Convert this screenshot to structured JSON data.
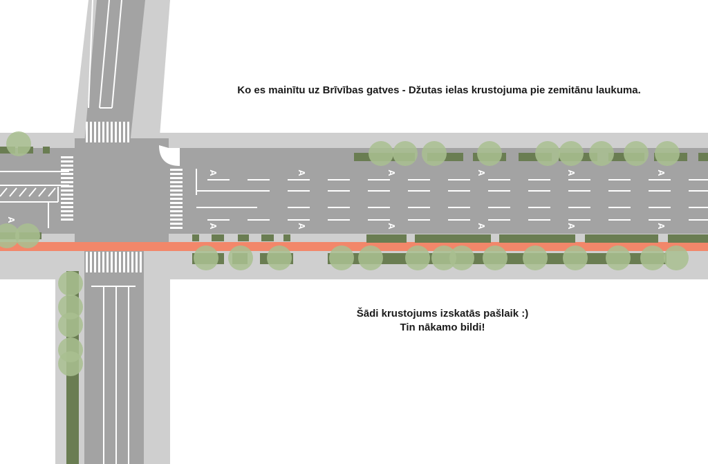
{
  "captions": {
    "title": "Ko es mainītu uz Brīvības gatves - Džutas ielas krustojuma pie zemitānu laukuma.",
    "status_line1": "Šādi krustojums izskatās pašlaik :)",
    "status_line2": "Tin nākamo bildi!"
  },
  "lane_arrow_glyph": "A",
  "colors": {
    "background": "#ffffff",
    "sidewalk": "#cfcfcf",
    "road": "#a3a3a3",
    "markings": "#ffffff",
    "tree_canopy": "#a9bf90",
    "tree_trunk": "#6a7d52",
    "bike_lane": "#f2876a"
  },
  "legend_items": [
    "sidewalk-icon",
    "road-icon",
    "tree-icon",
    "bike-lane-icon",
    "crosswalk-icon"
  ]
}
